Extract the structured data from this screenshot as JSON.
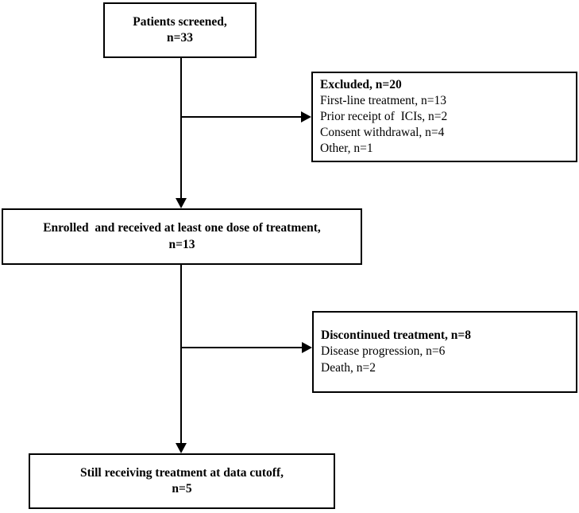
{
  "diagram": {
    "title": "Patient disposition flow diagram",
    "type": "flowchart",
    "stroke_color": "#000000",
    "background_color": "#ffffff"
  },
  "nodes": {
    "screened": {
      "line1": "Patients screened,",
      "line2": "n=33"
    },
    "excluded": {
      "heading": "Excluded, n=20",
      "item1": "First-line treatment, n=13",
      "item2": "Prior receipt of  ICIs, n=2",
      "item3": "Consent withdrawal, n=4",
      "item4": "Other, n=1"
    },
    "enrolled": {
      "line1": "Enrolled  and received at least one dose of treatment,",
      "line2": "n=13"
    },
    "discontinued": {
      "heading": "Discontinued treatment, n=8",
      "item1": "Disease progression, n=6",
      "item2": "Death, n=2"
    },
    "still_receiving": {
      "line1": "Still receiving treatment at data cutoff,",
      "line2": "n=5"
    }
  }
}
